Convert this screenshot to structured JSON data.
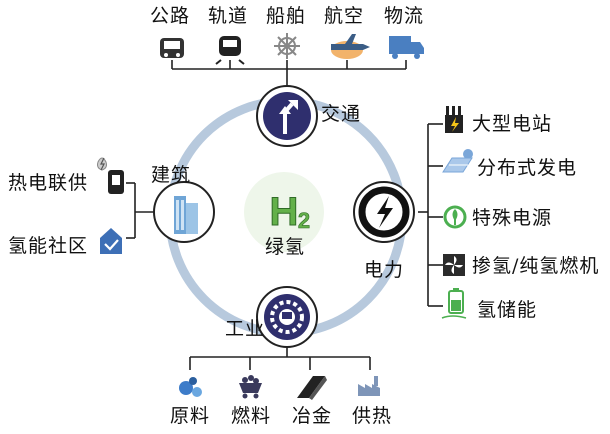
{
  "center": {
    "formula": "H2",
    "label": "绿氢"
  },
  "hubs": {
    "transport": {
      "label": "交通"
    },
    "power": {
      "label": "电力"
    },
    "industry": {
      "label": "工业"
    },
    "building": {
      "label": "建筑"
    }
  },
  "transport_items": [
    {
      "label": "公路",
      "icon": "bus-icon"
    },
    {
      "label": "轨道",
      "icon": "train-icon"
    },
    {
      "label": "船舶",
      "icon": "ship-wheel-icon"
    },
    {
      "label": "航空",
      "icon": "airplane-icon"
    },
    {
      "label": "物流",
      "icon": "truck-icon"
    }
  ],
  "power_items": [
    {
      "label": "大型电站",
      "icon": "power-plant-icon"
    },
    {
      "label": "分布式发电",
      "icon": "solar-panel-icon"
    },
    {
      "label": "特殊电源",
      "icon": "special-power-icon"
    },
    {
      "label": "掺氢/纯氢燃机",
      "icon": "turbine-icon"
    },
    {
      "label": "氢储能",
      "icon": "battery-icon"
    }
  ],
  "industry_items": [
    {
      "label": "原料",
      "icon": "molecules-icon"
    },
    {
      "label": "燃料",
      "icon": "coal-cart-icon"
    },
    {
      "label": "冶金",
      "icon": "steel-bar-icon"
    },
    {
      "label": "供热",
      "icon": "factory-icon"
    }
  ],
  "building_items": [
    {
      "label": "热电联供",
      "icon": "chp-icon"
    },
    {
      "label": "氢能社区",
      "icon": "home-check-icon"
    }
  ],
  "colors": {
    "ring": "#b7c9dd",
    "hub_fill": "#2f2f6e",
    "lines": "#222222",
    "accent_green": "#4caf50"
  }
}
